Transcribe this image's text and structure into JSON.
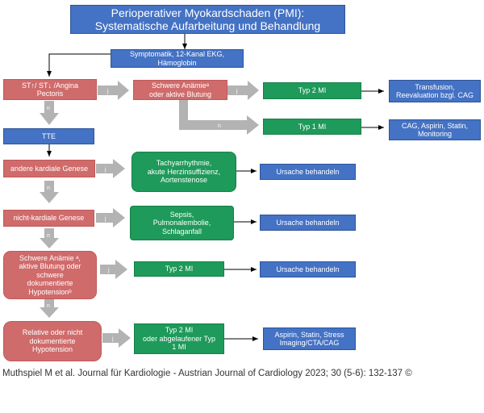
{
  "title": "Perioperativer Myokardschaden (PMI):\nSystematische Aufarbeitung und Behandlung",
  "nodes": {
    "symptomatik": "Symptomatik, 12-Kanal EKG,\nHämoglobin",
    "st": "ST↑/ ST↓ /Angina\nPectoris",
    "anemia1": "Schwere Anämieᵃ\noder aktive Blutung",
    "typ2_top": "Typ 2 MI",
    "transfusion": "Transfusion,\nReevaluation bzgl. CAG",
    "typ1": "Typ 1 MI",
    "cag": "CAG, Aspirin, Statin,\nMonitoring",
    "tte": "TTE",
    "kardiale": "andere kardiale Genese",
    "tachy": "Tachyarrhythmie,\nakute Herzinsuffizienz,\nAortenstenose",
    "ursache1": "Ursache behandeln",
    "nicht_kardiale": "nicht-kardiale Genese",
    "sepsis": "Sepsis,\nPulmonalembolie,\nSchlaganfall",
    "ursache2": "Ursache behandeln",
    "anemia2": "Schwere Anämie ᵃ,\naktive Blutung oder\nschwere\ndokumentierte\nHypotensionᵇ",
    "typ2_mid": "Typ 2 MI",
    "ursache3": "Ursache behandeln",
    "relative": "Relative oder nicht\ndokumentierte\nHypotension",
    "typ2_old": "Typ 2 MI\noder abgelaufener Typ\n1 MI",
    "aspirin": "Aspirin, Statin, Stress\nImaging/CTA/CAG"
  },
  "labels": {
    "yes": "j",
    "no": "n"
  },
  "caption": "Muthspiel M et al. Journal für Kardiologie - Austrian Journal of Cardiology 2023; 30 (5-6): 132-137 ©",
  "colors": {
    "blue": "#4472c4",
    "red": "#d06b6b",
    "green": "#1e9a5a",
    "grey_arrow": "#b3b3b3"
  }
}
